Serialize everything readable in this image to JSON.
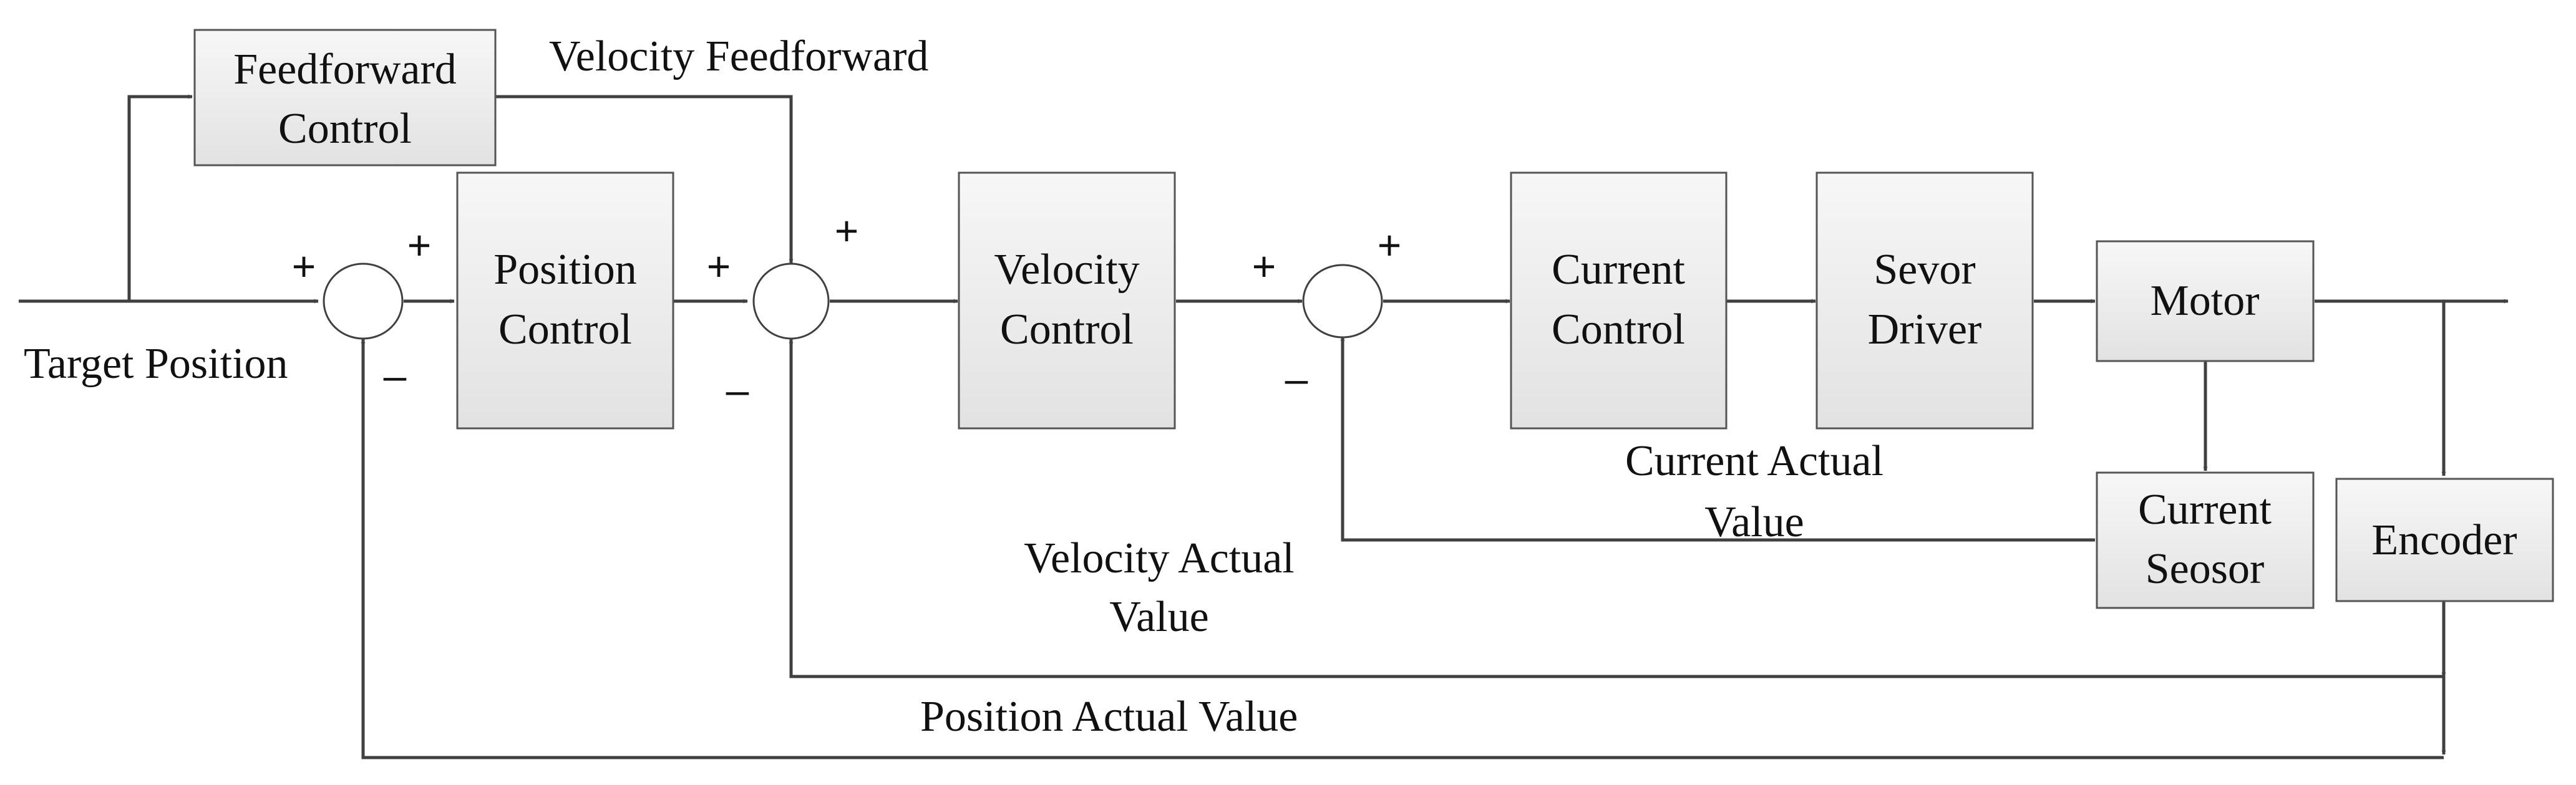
{
  "blocks": {
    "feedforward": [
      "Feedforward",
      "Control"
    ],
    "position": [
      "Position",
      "Control"
    ],
    "velocity": [
      "Velocity",
      "Control"
    ],
    "current": [
      "Current",
      "Control"
    ],
    "driver": [
      "Sevor",
      "Driver"
    ],
    "motor": [
      "Motor"
    ],
    "sensor": [
      "Current",
      "Seosor"
    ],
    "encoder": [
      "Encoder"
    ]
  },
  "labels": {
    "velocity_feedforward": "Velocity Feedforward",
    "target_position": "Target Position",
    "current_actual_value": [
      "Current Actual",
      "Value"
    ],
    "velocity_actual_value": [
      "Velocity Actual",
      "Value"
    ],
    "position_actual_value": "Position Actual Value"
  },
  "signs": {
    "plus": "+",
    "minus": "–"
  },
  "colors": {
    "block_fill_top": "#f7f7f7",
    "block_fill_bottom": "#e2e2e2",
    "line": "#404040"
  }
}
